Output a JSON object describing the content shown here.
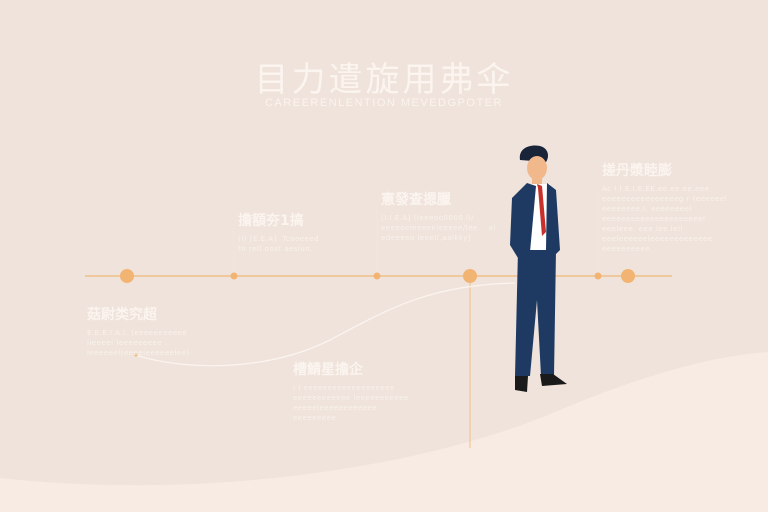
{
  "title": "目力遣旋用弗伞",
  "subtitle": "CAREERENLENTION MEVEDGPOTER",
  "colors": {
    "background": "#efe3db",
    "timeline": "#f0c08a",
    "milestone": "#f2b472",
    "text": "#fbf4ef",
    "suit": "#1e3a63",
    "tie": "#c9302c"
  },
  "milestones": [
    {
      "heading": "擔額夯1搞",
      "lines": [
        "(I) [E.E.A]. Tcooeeed",
        "tn rell.oost aeslun."
      ]
    },
    {
      "heading": "憲發查摁臘",
      "lines": [
        "[I.I.E.A] (Ieeeoo0000 II/",
        "eeeeoeleeeeeleeeee/lee. . al",
        "edeeeeo leeel/,aalkky]"
      ]
    },
    {
      "heading": "搓丹漿睦膨",
      "lines": [
        "Ac I I E.I.E.EE.ee.ee.ee.eee",
        "eeeeeeeeeeeeeeeeg r (eeeeeel",
        "eeeeeeee.l, eeeeeeeel",
        "eeeeeeeeeeeeeeeeeeeeel",
        "eeeleee. eee lee lell",
        "eeeleeeeeeleeeeeeeeeeeee",
        "eeeeeeeeee."
      ]
    },
    {
      "heading": "菇尉类究超",
      "lines": [
        "E.E.E.I.A.I. (eeeeeeeeeee",
        "lieeeel Ieeeeeeeee .",
        "leeeeeel(eeeeleeeeeelee)"
      ]
    },
    {
      "heading": "槽鯖星擔企",
      "lines": [
        "I I eeeeeeeeeeeeeeeeeee",
        "eeeeeeeeeeee leeeeeeeeeee",
        "eeeeeleeeeeeeeeeee",
        "eeeeeeeee"
      ]
    }
  ]
}
